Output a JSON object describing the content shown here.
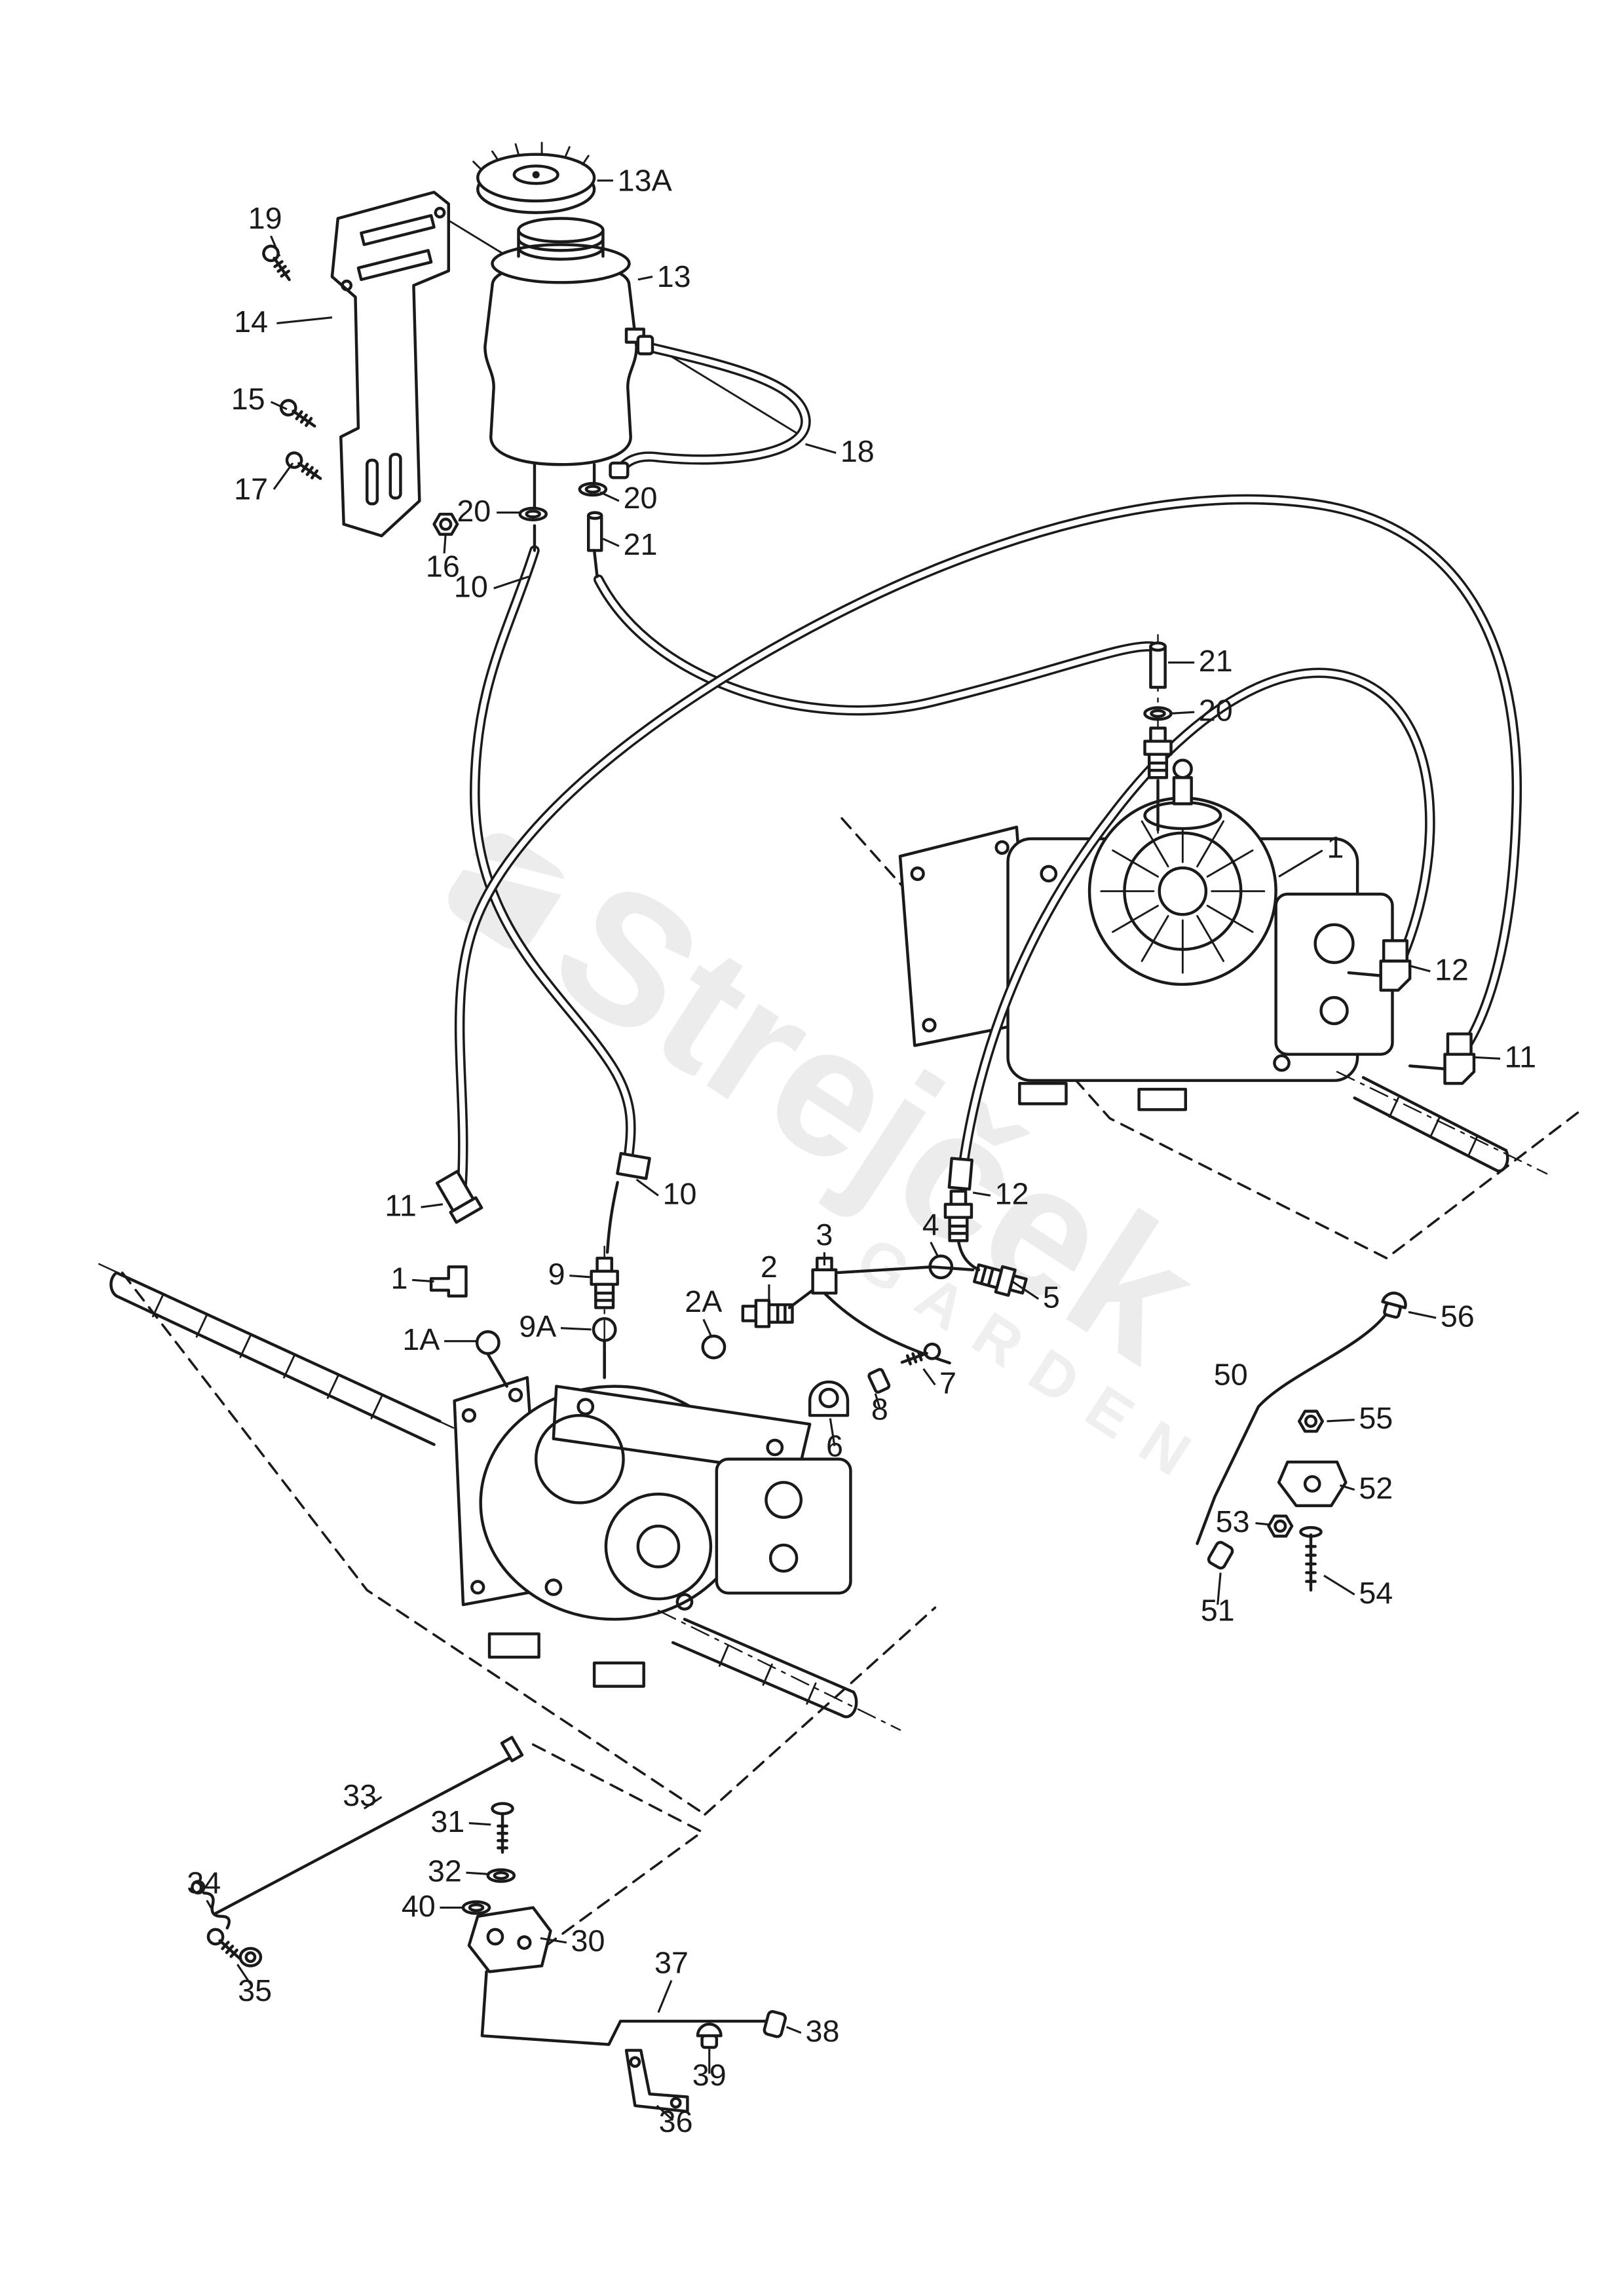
{
  "diagram": {
    "callouts": {
      "1": "1",
      "1A": "1A",
      "2": "2",
      "2A": "2A",
      "3": "3",
      "4": "4",
      "5": "5",
      "6": "6",
      "7": "7",
      "8": "8",
      "9": "9",
      "9A": "9A",
      "10": "10",
      "11": "11",
      "12": "12",
      "13": "13",
      "13A": "13A",
      "14": "14",
      "15": "15",
      "16": "16",
      "17": "17",
      "18": "18",
      "19": "19",
      "20": "20",
      "21": "21",
      "30": "30",
      "31": "31",
      "32": "32",
      "33": "33",
      "34": "34",
      "35": "35",
      "36": "36",
      "37": "37",
      "38": "38",
      "39": "39",
      "40": "40",
      "50": "50",
      "51": "51",
      "52": "52",
      "53": "53",
      "54": "54",
      "55": "55",
      "56": "56"
    }
  },
  "watermark": {
    "brand": "Strejček",
    "subtitle": "GARDEN"
  },
  "colors": {
    "line": "#1a1a1a",
    "watermark": "#ececec",
    "background": "#ffffff"
  }
}
